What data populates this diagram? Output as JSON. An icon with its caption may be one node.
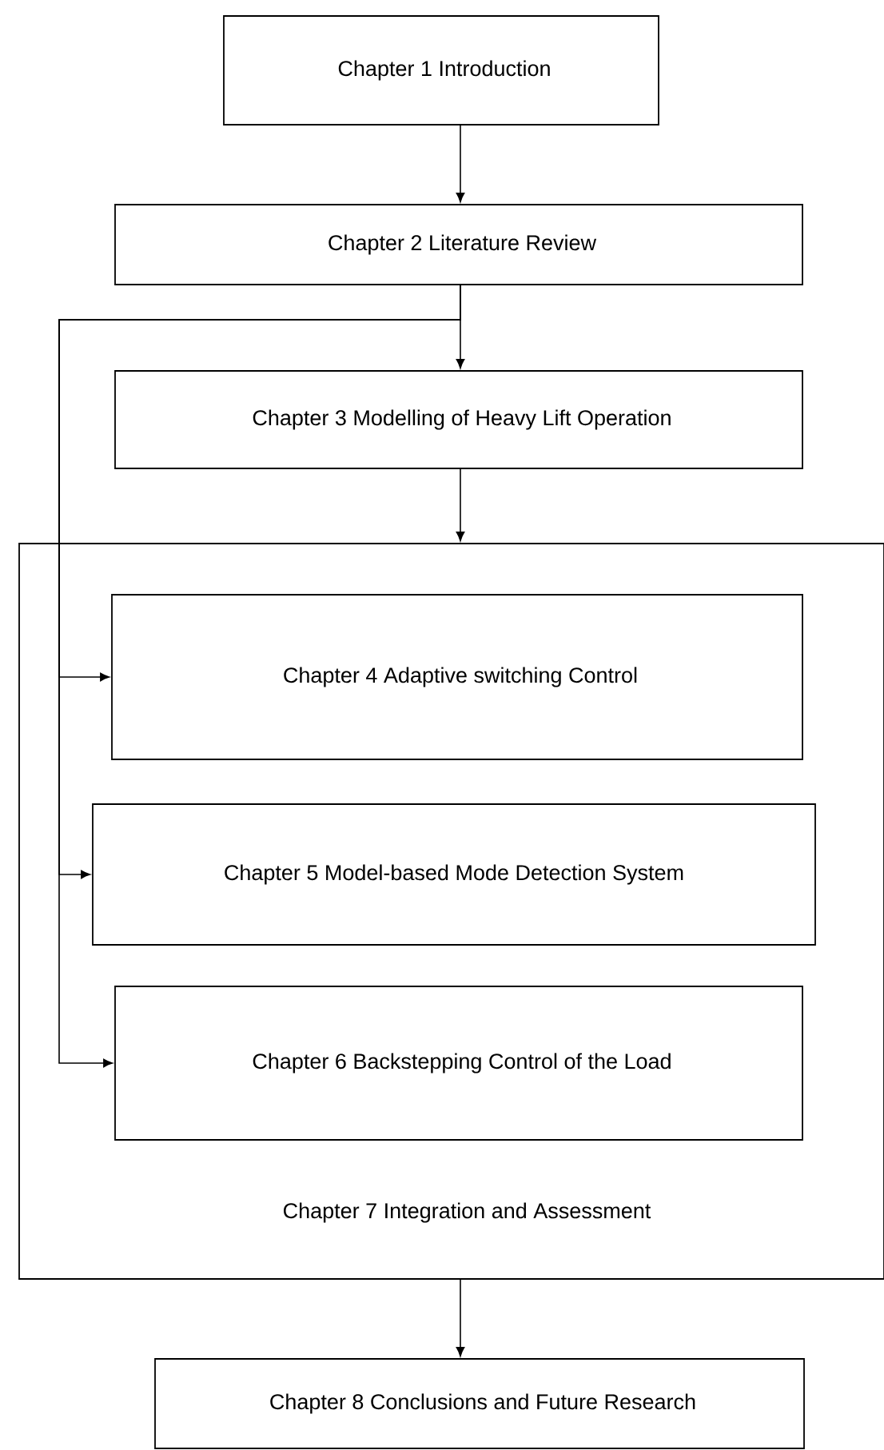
{
  "diagram": {
    "nodes": [
      {
        "text": [
          "Chapter 1 Introduction"
        ]
      },
      {
        "text": [
          "Chapter 2 Literature Review"
        ]
      },
      {
        "text": [
          "Chapter 3 Modelling of Heavy Lift Operation"
        ]
      },
      {
        "text": [
          "Chapter 7 Integration and Assessment"
        ]
      },
      {
        "text": [
          "Chapter 4 Adaptive switching Control"
        ],
        "in": 3
      },
      {
        "text": [
          "Chapter 5 Model-based Mode Detection System"
        ],
        "in": 3
      },
      {
        "text": [
          "Chapter 6 Backstepping Control of the Load"
        ],
        "in": 3
      },
      {
        "text": [
          "Chapter 8 Conclusions and Future Research"
        ]
      }
    ],
    "edges": [
      {
        "from": 0,
        "to": 1,
        "arrow": "to"
      },
      {
        "from": 1,
        "to": 2,
        "arrow": "to"
      },
      {
        "from": 2,
        "to": 3,
        "arrow": "to"
      },
      {
        "from": 1,
        "to": 4,
        "arrow": "to"
      },
      {
        "from": 1,
        "to": 5,
        "arrow": "to"
      },
      {
        "from": 1,
        "to": 6,
        "arrow": "to"
      },
      {
        "from": 3,
        "to": 7,
        "arrow": "to"
      }
    ]
  }
}
